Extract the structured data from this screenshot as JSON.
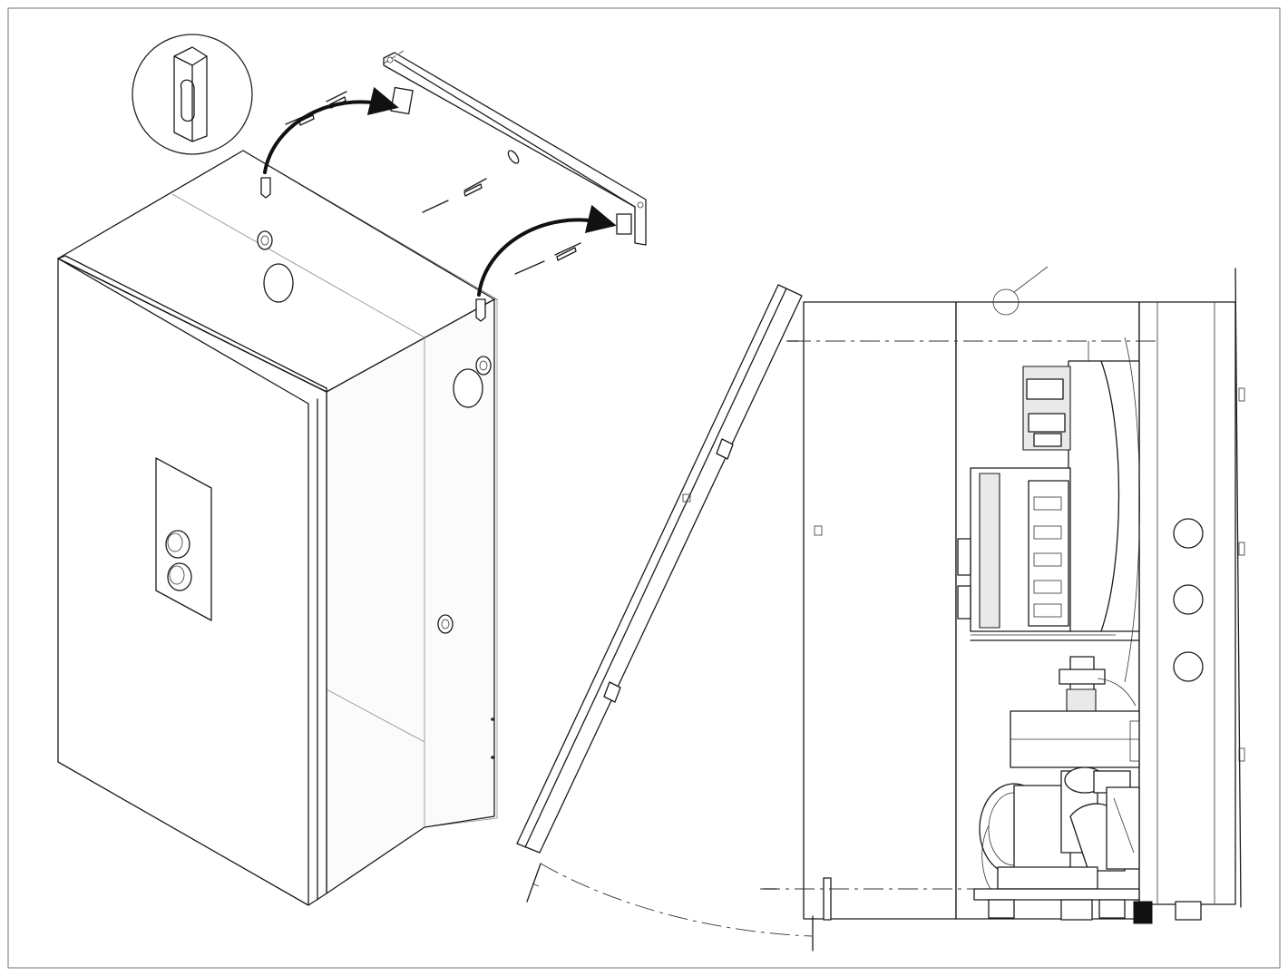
{
  "figure": {
    "type": "technical-installation-illustration",
    "views": [
      "isometric-wall-mount-assembly",
      "side-view-open-door"
    ],
    "printed_text": []
  },
  "icons": {
    "detail_callout": "hook-detail-icon",
    "mount_arrows": "arrow-icon"
  },
  "colors": {
    "line": "#1a1a1a",
    "background": "#ffffff",
    "frame": "#888888"
  }
}
